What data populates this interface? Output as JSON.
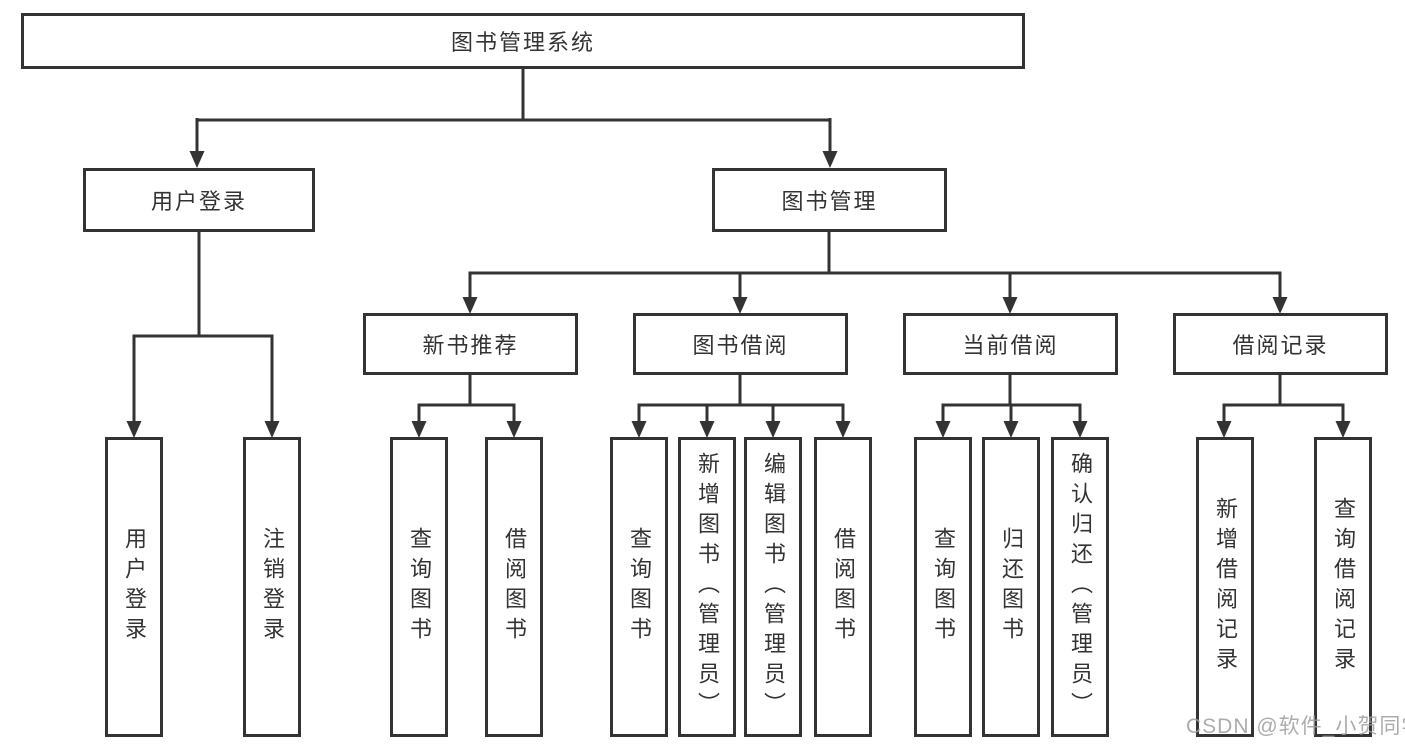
{
  "diagram": {
    "watermark": "CSDN @软件_小贺同学",
    "colors": {
      "line": "#333333",
      "box_border": "#333333",
      "background": "#ffffff",
      "watermark_gray": "#9e9e9e"
    },
    "root": {
      "label": "图书管理系统",
      "children": [
        {
          "label": "用户登录",
          "children": [
            {
              "label": "用户登录"
            },
            {
              "label": "注销登录"
            }
          ]
        },
        {
          "label": "图书管理",
          "children": [
            {
              "label": "新书推荐",
              "children": [
                {
                  "label": "查询图书"
                },
                {
                  "label": "借阅图书"
                }
              ]
            },
            {
              "label": "图书借阅",
              "children": [
                {
                  "label": "查询图书"
                },
                {
                  "label": "新增图书（管理员）"
                },
                {
                  "label": "编辑图书（管理员）"
                },
                {
                  "label": "借阅图书"
                }
              ]
            },
            {
              "label": "当前借阅",
              "children": [
                {
                  "label": "查询图书"
                },
                {
                  "label": "归还图书"
                },
                {
                  "label": "确认归还（管理员）"
                }
              ]
            },
            {
              "label": "借阅记录",
              "children": [
                {
                  "label": "新增借阅记录"
                },
                {
                  "label": "查询借阅记录"
                }
              ]
            }
          ]
        }
      ]
    }
  }
}
